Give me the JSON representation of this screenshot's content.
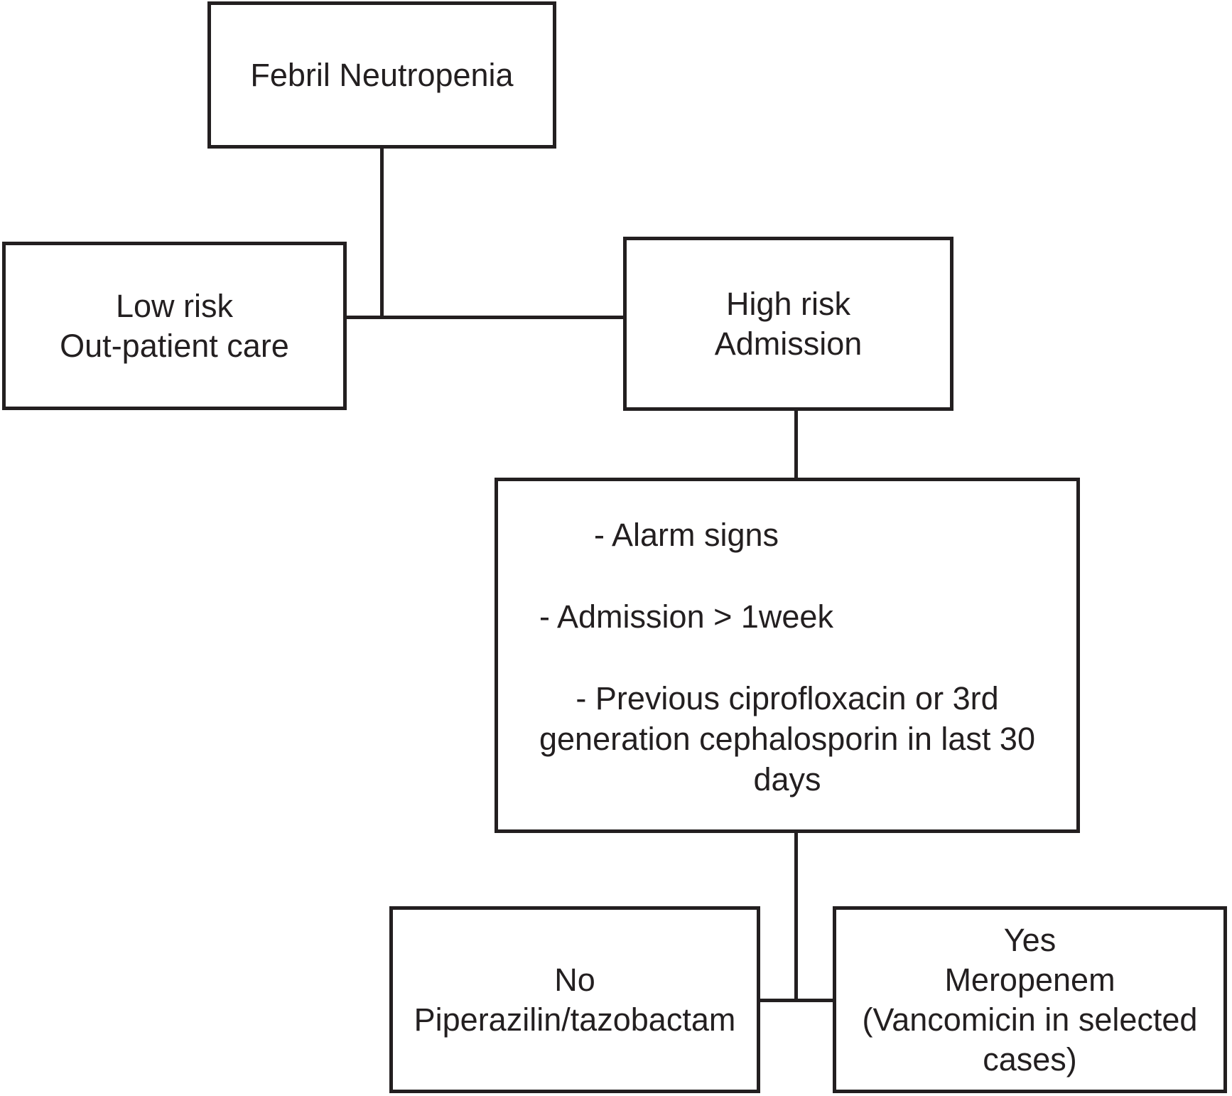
{
  "diagram_title": "Febril Neutropenia",
  "colors": {
    "ink": "#231f20",
    "background": "#ffffff"
  },
  "nodes": {
    "febrile": {
      "label": "Febril Neutropenia"
    },
    "low_risk": {
      "lines": [
        "Low risk",
        "Out-patient care"
      ]
    },
    "high_risk": {
      "lines": [
        "High risk",
        "Admission"
      ]
    },
    "criteria": {
      "bullets": [
        "- Alarm signs",
        "- Admission > 1week",
        "- Previous ciprofloxacin or 3rd generation cephalosporin in last 30 days"
      ]
    },
    "no_branch": {
      "lines": [
        "No",
        "Piperazilin/tazobactam"
      ]
    },
    "yes_branch": {
      "lines": [
        "Yes",
        "Meropenem",
        "(Vancomicin in selected cases)"
      ]
    }
  }
}
